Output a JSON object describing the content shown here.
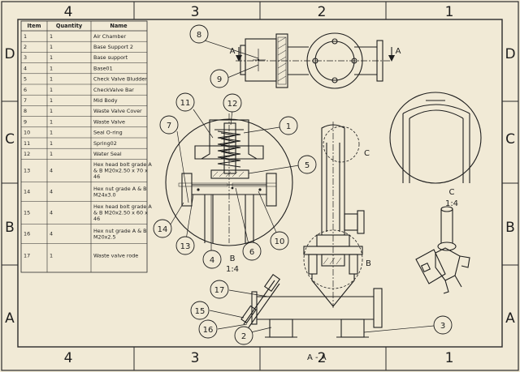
{
  "zones": {
    "top": [
      "4",
      "3",
      "2",
      "1"
    ],
    "bottom": [
      "4",
      "3",
      "2",
      "1"
    ],
    "left": [
      "D",
      "C",
      "B",
      "A"
    ],
    "right": [
      "D",
      "C",
      "B",
      "A"
    ]
  },
  "bom": {
    "headers": [
      "Item",
      "Quantity",
      "Name"
    ],
    "rows": [
      {
        "item": "1",
        "qty": "1",
        "name": [
          "Air Chamber"
        ]
      },
      {
        "item": "2",
        "qty": "1",
        "name": [
          "Base Support 2"
        ]
      },
      {
        "item": "3",
        "qty": "1",
        "name": [
          "Base support"
        ]
      },
      {
        "item": "4",
        "qty": "1",
        "name": [
          "Base01"
        ]
      },
      {
        "item": "5",
        "qty": "1",
        "name": [
          "Check Valve Bludder"
        ]
      },
      {
        "item": "6",
        "qty": "1",
        "name": [
          "CheckValve Bar"
        ]
      },
      {
        "item": "7",
        "qty": "1",
        "name": [
          "Mid Body"
        ]
      },
      {
        "item": "8",
        "qty": "1",
        "name": [
          "Waste Valve Cover"
        ]
      },
      {
        "item": "9",
        "qty": "1",
        "name": [
          "Waste Valve"
        ]
      },
      {
        "item": "10",
        "qty": "1",
        "name": [
          "Seal O-ring"
        ]
      },
      {
        "item": "11",
        "qty": "1",
        "name": [
          "Spring02"
        ]
      },
      {
        "item": "12",
        "qty": "1",
        "name": [
          "Water Seal"
        ]
      },
      {
        "item": "13",
        "qty": "4",
        "name": [
          "Hex head bolt grade A",
          "& B M20x2.50 x 70 x",
          "46"
        ]
      },
      {
        "item": "14",
        "qty": "4",
        "name": [
          "Hex nut grade A & B",
          "M24x3.0"
        ]
      },
      {
        "item": "15",
        "qty": "4",
        "name": [
          "Hex head bolt grade A",
          "& B M20x2.50 x 60 x",
          "46"
        ]
      },
      {
        "item": "16",
        "qty": "4",
        "name": [
          "Hex nut grade A & B",
          "M20x2.5"
        ]
      },
      {
        "item": "17",
        "qty": "1",
        "name": [
          "Waste valve rode"
        ]
      }
    ]
  },
  "balloons": {
    "b1": "1",
    "b2": "2",
    "b3": "3",
    "b4": "4",
    "b5": "5",
    "b6": "6",
    "b7": "7",
    "b8": "8",
    "b9": "9",
    "b10": "10",
    "b11": "11",
    "b12": "12",
    "b13": "13",
    "b14": "14",
    "b15": "15",
    "b16": "16",
    "b17": "17"
  },
  "views": {
    "section_arrow_left": "A",
    "section_arrow_right": "A",
    "detail_c_marker": "C",
    "detail_b_marker": "B",
    "detail_b_name": "B",
    "detail_b_scale": "1:4",
    "detail_c_name": "C",
    "detail_c_scale": "1:4",
    "section_a_name": "A - A"
  }
}
